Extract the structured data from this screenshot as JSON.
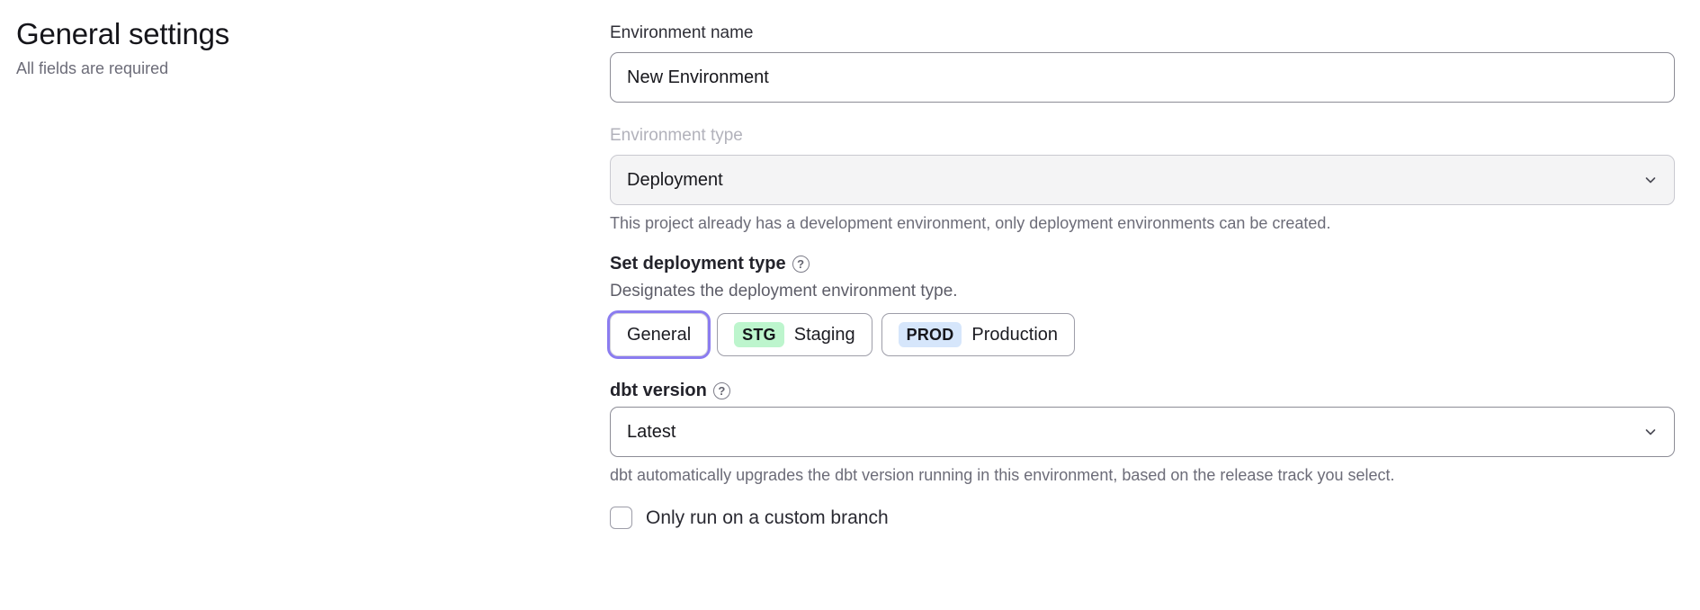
{
  "header": {
    "title": "General settings",
    "subtitle": "All fields are required"
  },
  "form": {
    "environment_name": {
      "label": "Environment name",
      "value": "New Environment",
      "placeholder": "New Environment"
    },
    "environment_type": {
      "label": "Environment type",
      "value": "Deployment",
      "disabled": true,
      "helper_text": "This project already has a development environment, only deployment environments can be created.",
      "chevron_icon": "chevron-down-icon"
    },
    "deployment_type": {
      "label": "Set deployment type",
      "help_icon": "question-mark-circle-icon",
      "help_glyph": "?",
      "description": "Designates the deployment environment type.",
      "options": [
        {
          "id": "general",
          "label": "General",
          "badge": "",
          "badge_color": "",
          "selected": true
        },
        {
          "id": "staging",
          "label": "Staging",
          "badge": "STG",
          "badge_color": "#bdf5cd",
          "selected": false
        },
        {
          "id": "production",
          "label": "Production",
          "badge": "PROD",
          "badge_color": "#d6e6fb",
          "selected": false
        }
      ]
    },
    "dbt_version": {
      "label": "dbt version",
      "help_icon": "question-mark-circle-icon",
      "help_glyph": "?",
      "value": "Latest",
      "helper_text": "dbt automatically upgrades the dbt version running in this environment, based on the release track you select.",
      "chevron_icon": "chevron-down-icon"
    },
    "custom_branch": {
      "label": "Only run on a custom branch",
      "checked": false
    }
  },
  "colors": {
    "focus_ring": "#8b7cf0",
    "badge_staging": "#bdf5cd",
    "badge_production": "#d6e6fb",
    "disabled_fill": "#f4f4f5"
  }
}
